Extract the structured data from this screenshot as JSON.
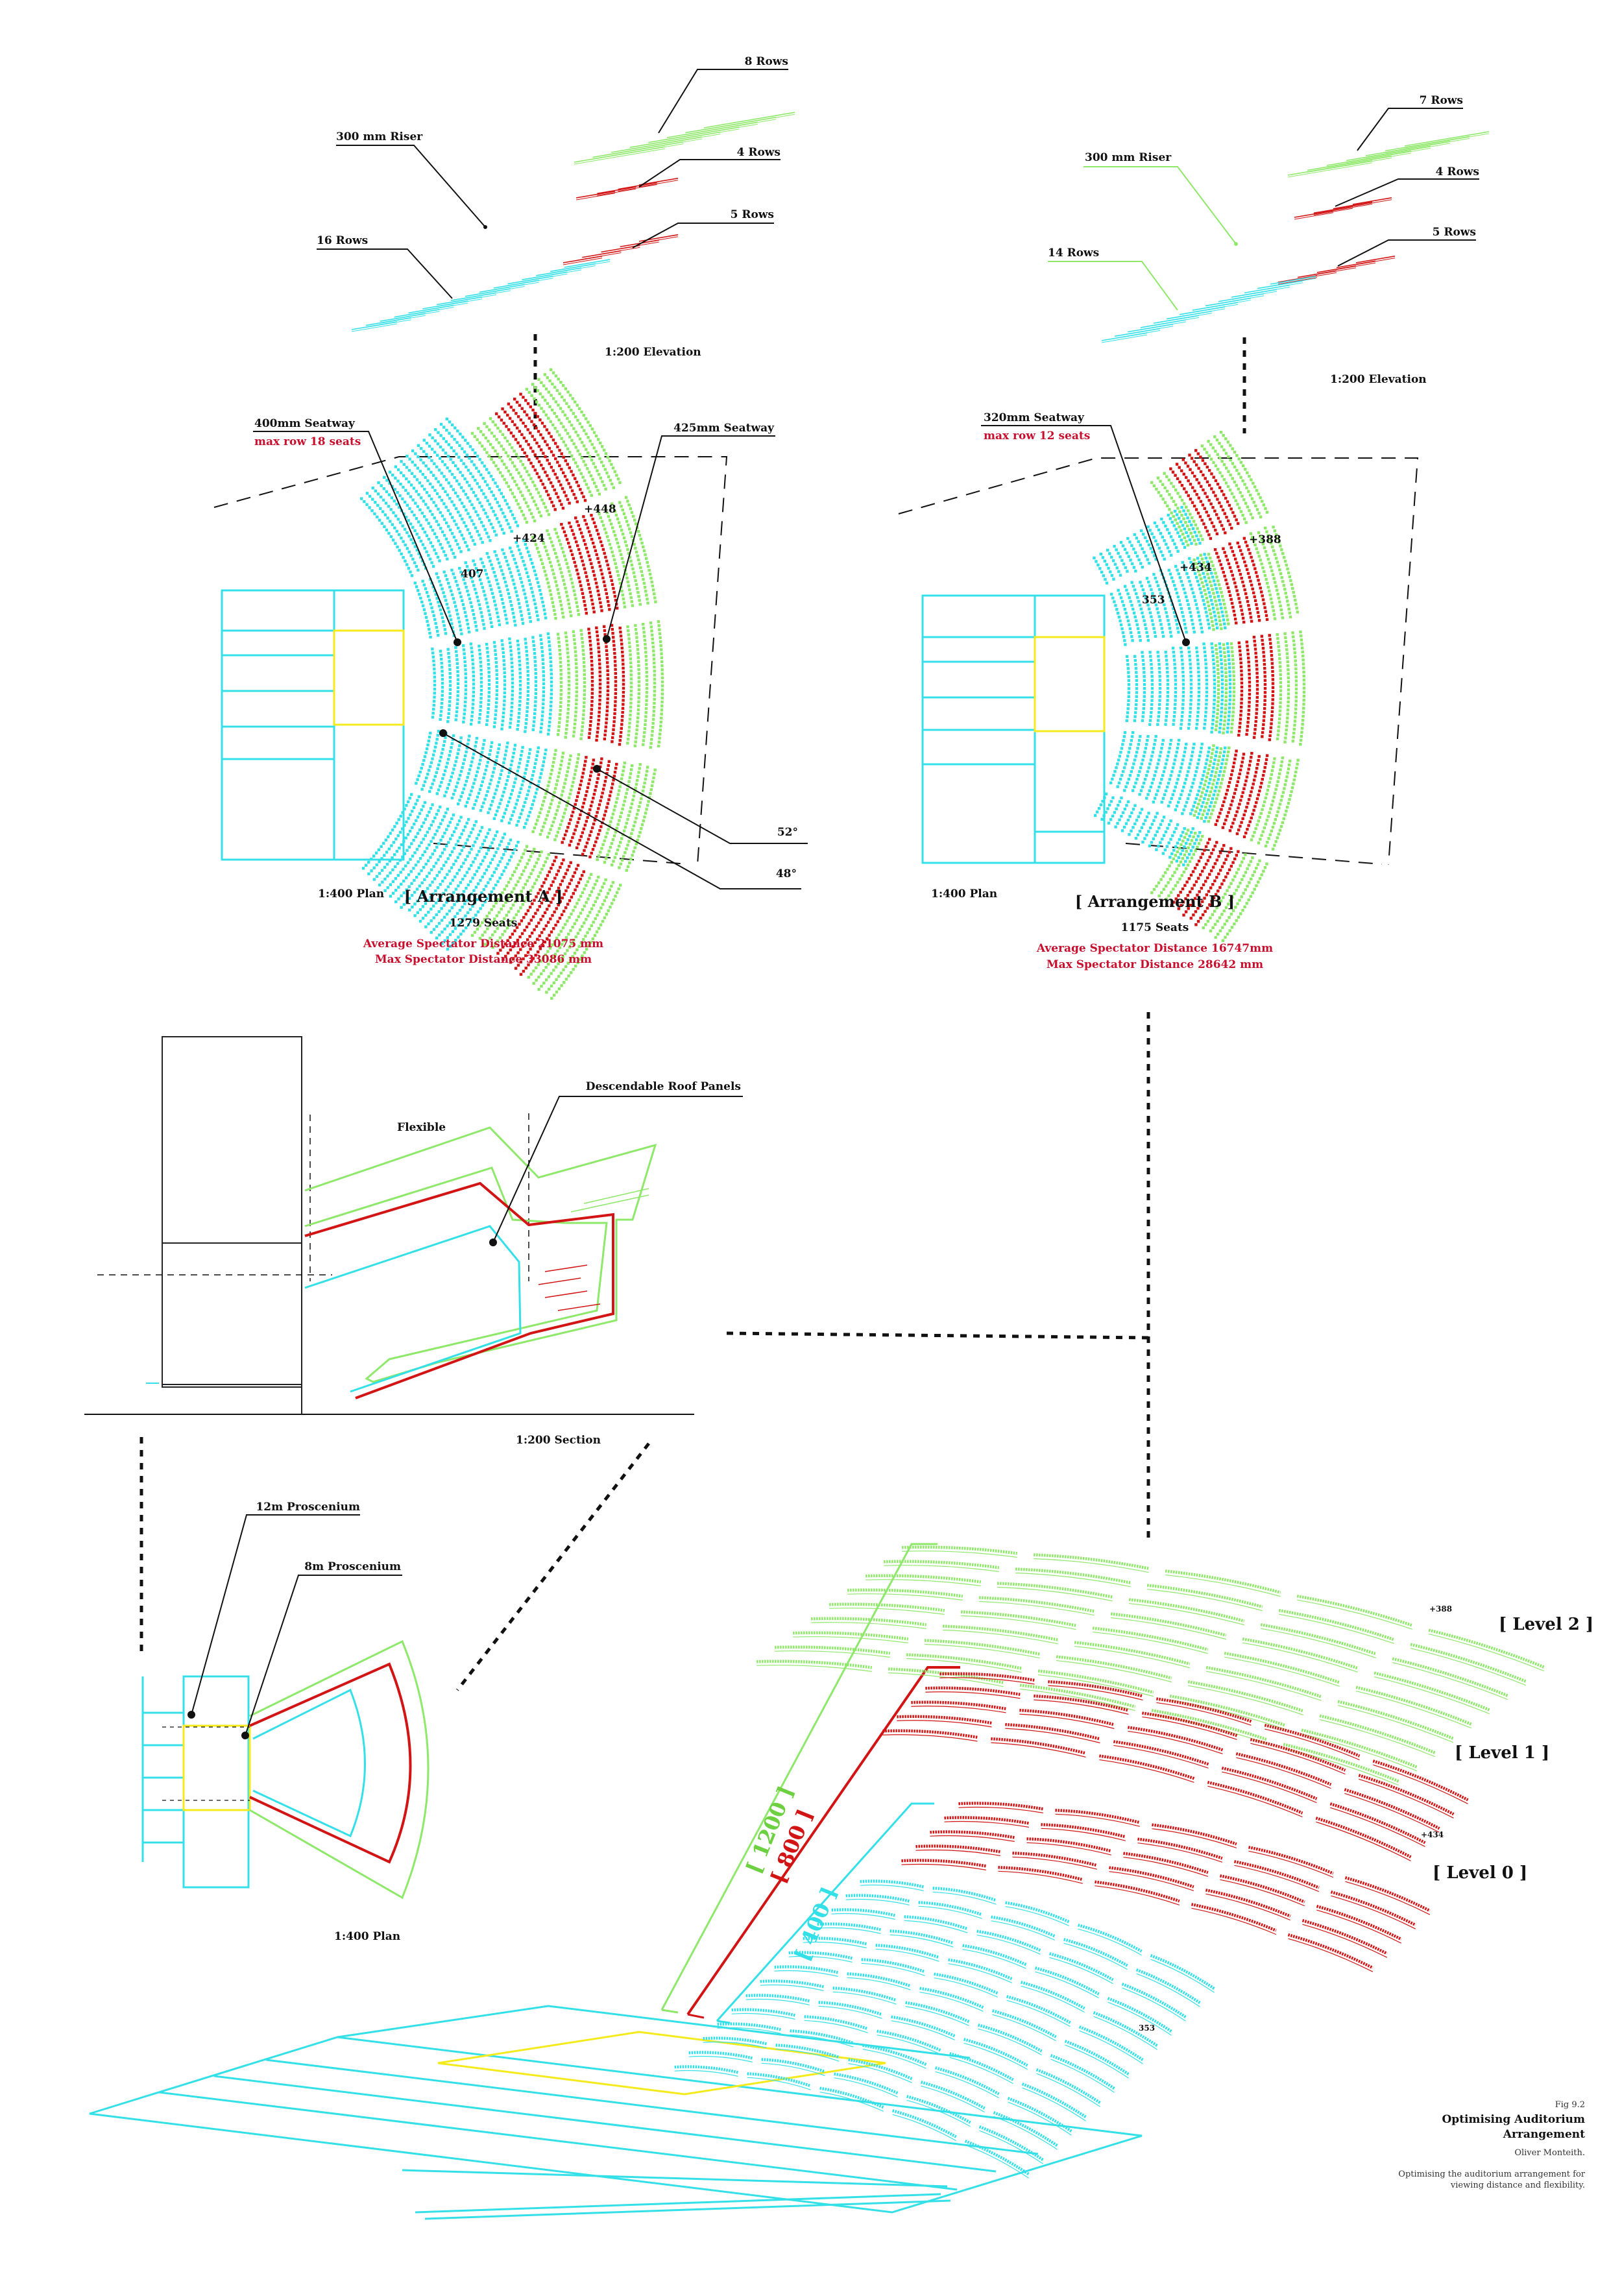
{
  "colors": {
    "cyan": "#34e0e8",
    "green": "#8ee86a",
    "red": "#d21414",
    "yellow": "#f5ea1c",
    "label_red": "#c8102e"
  },
  "elevation_a": {
    "rows_top": "8 Rows",
    "rows_mid": "4 Rows",
    "rows_low": "5 Rows",
    "rows_main": "16 Rows",
    "riser": "300 mm Riser",
    "scale": "1:200 Elevation"
  },
  "elevation_b": {
    "rows_top": "7 Rows",
    "rows_mid": "4 Rows",
    "rows_low": "5 Rows",
    "rows_main": "14 Rows",
    "riser": "300 mm Riser",
    "scale": "1:200 Elevation"
  },
  "plan_a": {
    "seatway_left": "400mm Seatway",
    "max_row": "max row 18 seats",
    "seatway_right": "425mm Seatway",
    "count_1": "407",
    "count_2": "+424",
    "count_3": "+448",
    "angle_1": "52°",
    "angle_2": "48°",
    "scale": "1:400 Plan",
    "title": "[ Arrangement A ]",
    "seats": "1279 Seats",
    "avg_distance": "Average Spectator Distance  21075 mm",
    "max_distance": "Max Spectator Distance 33086 mm"
  },
  "plan_b": {
    "seatway_left": "320mm Seatway",
    "max_row": "max row 12 seats",
    "count_1": "353",
    "count_2": "+434",
    "count_3": "+388",
    "scale": "1:400 Plan",
    "title": "[ Arrangement B ]",
    "seats": "1175 Seats",
    "avg_distance": "Average Spectator Distance  16747mm",
    "max_distance": "Max Spectator Distance 28642 mm"
  },
  "section": {
    "roof_label": "Descendable Roof Panels",
    "flex_label": "Flexible",
    "scale": "1:200 Section"
  },
  "proscenium": {
    "label_12": "12m Proscenium",
    "label_8": "8m Proscenium",
    "scale": "1:400 Plan"
  },
  "axonometric": {
    "level_2": "[ Level 2 ]",
    "level_1": "[ Level 1 ]",
    "level_0": "[ Level 0 ]",
    "height_1200": "[ 1200 ]",
    "height_800": "[ 800 ]",
    "height_400": "[ 400 ]",
    "count_388": "+388",
    "count_434": "+434",
    "count_353": "353"
  },
  "caption": {
    "fig": "Fig 9.2",
    "title_1": "Optimising Auditorium",
    "title_2": "Arrangement",
    "author": "Oliver Monteith.",
    "desc_1": "Optimising the auditorium arrangement for",
    "desc_2": "viewing distance and flexibility."
  }
}
